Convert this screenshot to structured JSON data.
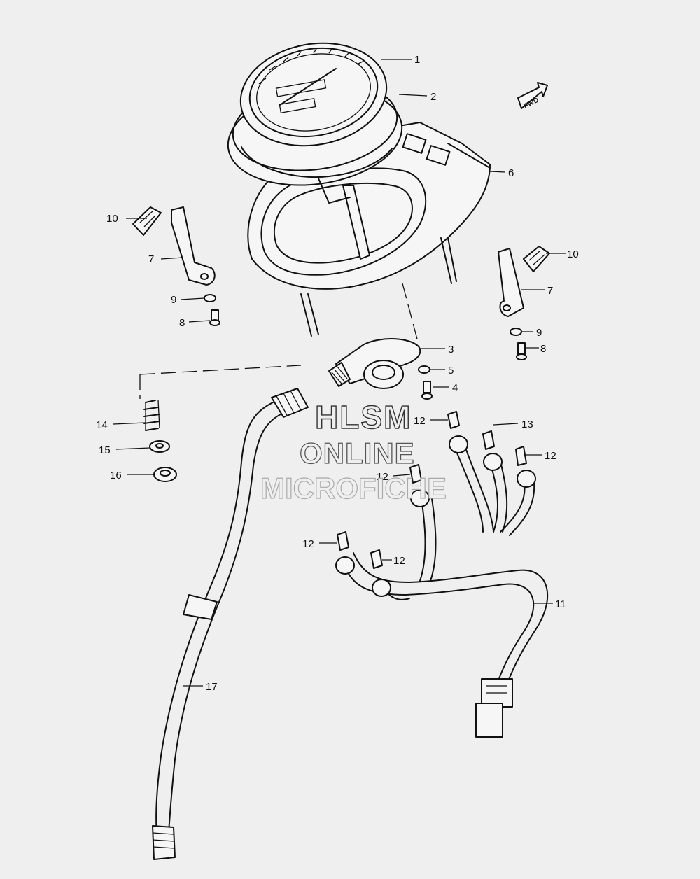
{
  "watermark": {
    "line1": "HLSM",
    "line2": "ONLINE",
    "line3": "MICROFICHE"
  },
  "direction_arrow": {
    "label": "FWD",
    "icon": "forward-arrow-icon"
  },
  "callouts": {
    "c1": "1",
    "c2": "2",
    "c3": "3",
    "c4": "4",
    "c5": "5",
    "c6": "6",
    "c7_left": "7",
    "c7_right": "7",
    "c8_left": "8",
    "c8_right": "8",
    "c9_left": "9",
    "c9_right": "9",
    "c10_left": "10",
    "c10_right": "10",
    "c11": "11",
    "c12_a": "12",
    "c12_b": "12",
    "c12_c": "12",
    "c12_d": "12",
    "c12_e": "12",
    "c13": "13",
    "c14": "14",
    "c15": "15",
    "c16": "16",
    "c17": "17"
  },
  "colors": {
    "line": "#111111",
    "background": "#efefef"
  }
}
